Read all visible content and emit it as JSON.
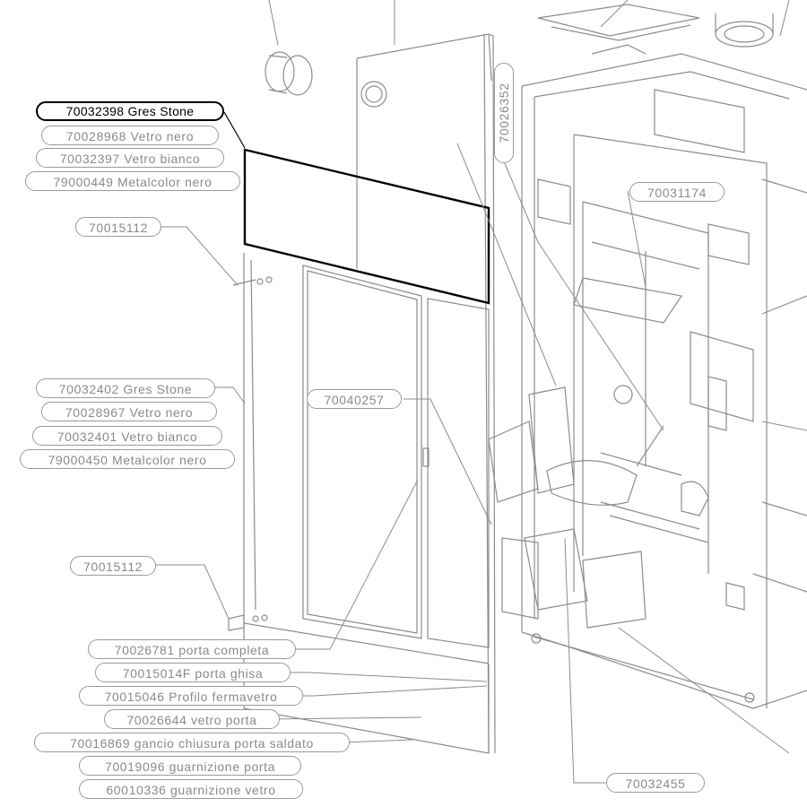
{
  "labels": {
    "l01": "70032398  Gres Stone",
    "l02": "70028968  Vetro nero",
    "l03": "70032397  Vetro bianco",
    "l04": "79000449 Metalcolor nero",
    "l05": "70015112",
    "l06": "70032402 Gres Stone",
    "l07": "70028967 Vetro nero",
    "l08": "70032401 Vetro bianco",
    "l09": "79000450 Metalcolor nero",
    "l10": "70015112",
    "l11": "70026781 porta completa",
    "l12": "70015014F  porta ghisa",
    "l13": "70015046 Profilo fermavetro",
    "l14": "70026644 vetro porta",
    "l15": "70016869 gancio chiusura porta saldato",
    "l16": "70019096 guarnizione porta",
    "l17": "60010336 guarnizione vetro",
    "l18": "70040257",
    "l19": "70031174",
    "l20": "70032455",
    "l21": "70026352"
  },
  "colors": {
    "selected": "#000000",
    "line": "#8c8c8c",
    "label_text": "#8a8a8a"
  }
}
